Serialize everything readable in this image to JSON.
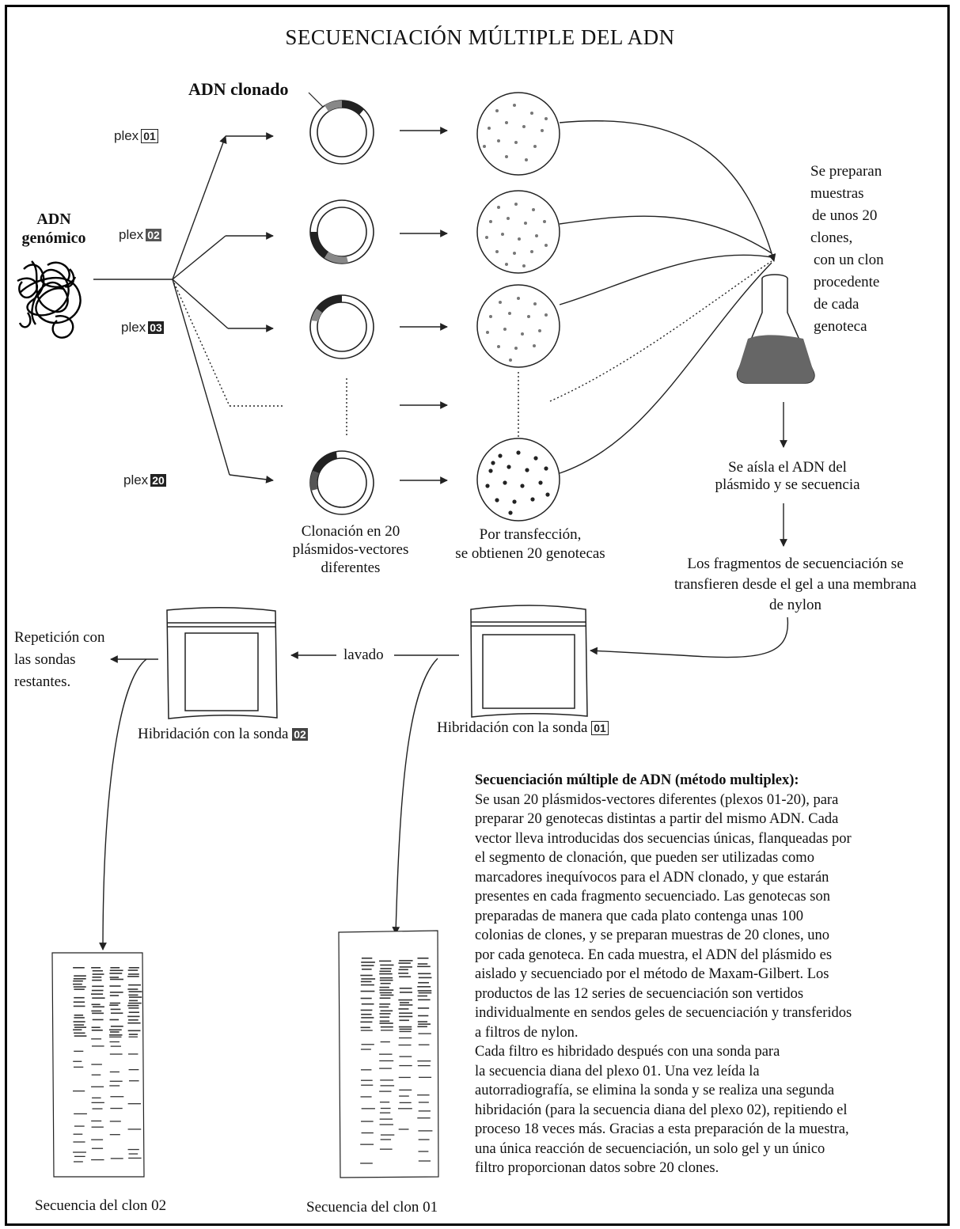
{
  "title": "SECUENCIACIÓN MÚLTIPLE DEL ADN",
  "genomic_label_1": "ADN",
  "genomic_label_2": "genómico",
  "cloned_label": "ADN clonado",
  "plex": [
    {
      "prefix": "plex",
      "num": "01"
    },
    {
      "prefix": "plex",
      "num": "02"
    },
    {
      "prefix": "plex",
      "num": "03"
    },
    {
      "prefix": "plex",
      "num": "20"
    }
  ],
  "prep_text": [
    "Se preparan",
    "muestras",
    "de unos 20",
    "clones,",
    "con un clon",
    "procedente",
    "de cada",
    "genoteca"
  ],
  "cloning_caption": [
    "Clonación  en 20",
    "plásmidos-vectores",
    "diferentes"
  ],
  "transfection_caption": [
    "Por transfección,",
    "se obtienen 20 genotecas"
  ],
  "isolate_caption": [
    "Se aísla el ADN del",
    "plásmido y se secuencia"
  ],
  "transfer_caption": [
    "Los fragmentos de secuenciación se",
    "transfieren desde el gel a una membrana",
    "de nylon"
  ],
  "repeat_caption": [
    "Repetición con",
    "las sondas",
    "restantes."
  ],
  "wash_label": "lavado",
  "hyb02_label": "Hibridación con la sonda",
  "hyb02_num": "02",
  "hyb01_label": "Hibridación con la sonda",
  "hyb01_num": "01",
  "seq02_label": "Secuencia del clon 02",
  "seq01_label": "Secuencia del clon 01",
  "description": {
    "heading": "Secuenciación múltiple de ADN (método multiplex):",
    "lines": [
      "Se usan 20 plásmidos-vectores diferentes (plexos 01-20), para",
      "preparar 20 genotecas distintas a  partir del mismo ADN. Cada",
      "vector lleva introducidas dos secuencias únicas, flanqueadas por",
      "el segmento de clonación, que pueden ser utilizadas como",
      "marcadores inequívocos para el ADN clonado, y que estarán",
      "presentes en cada fragmento secuenciado. Las genotecas son",
      "preparadas de manera que cada plato contenga unas 100",
      "colonias de clones, y se preparan muestras de 20 clones, uno",
      "por cada genoteca. En cada muestra, el ADN del plásmido es",
      "aislado y secuenciado por el método de Maxam-Gilbert. Los",
      "productos de las 12 series de secuenciación son vertidos",
      "individualmente en sendos geles de secuenciación y  transferidos",
      "a filtros de nylon.",
      "Cada filtro es hibridado después con una sonda para",
      "la secuencia diana del plexo 01. Una vez  leída  la",
      "autorradiografía, se elimina la sonda y se realiza una segunda",
      "hibridación (para la secuencia diana del plexo 02), repitiendo el",
      "proceso 18 veces más. Gracias a esta preparación de la muestra,",
      "una única reacción de secuenciación, un solo gel y un único",
      "filtro proporcionan datos sobre 20 clones."
    ]
  }
}
